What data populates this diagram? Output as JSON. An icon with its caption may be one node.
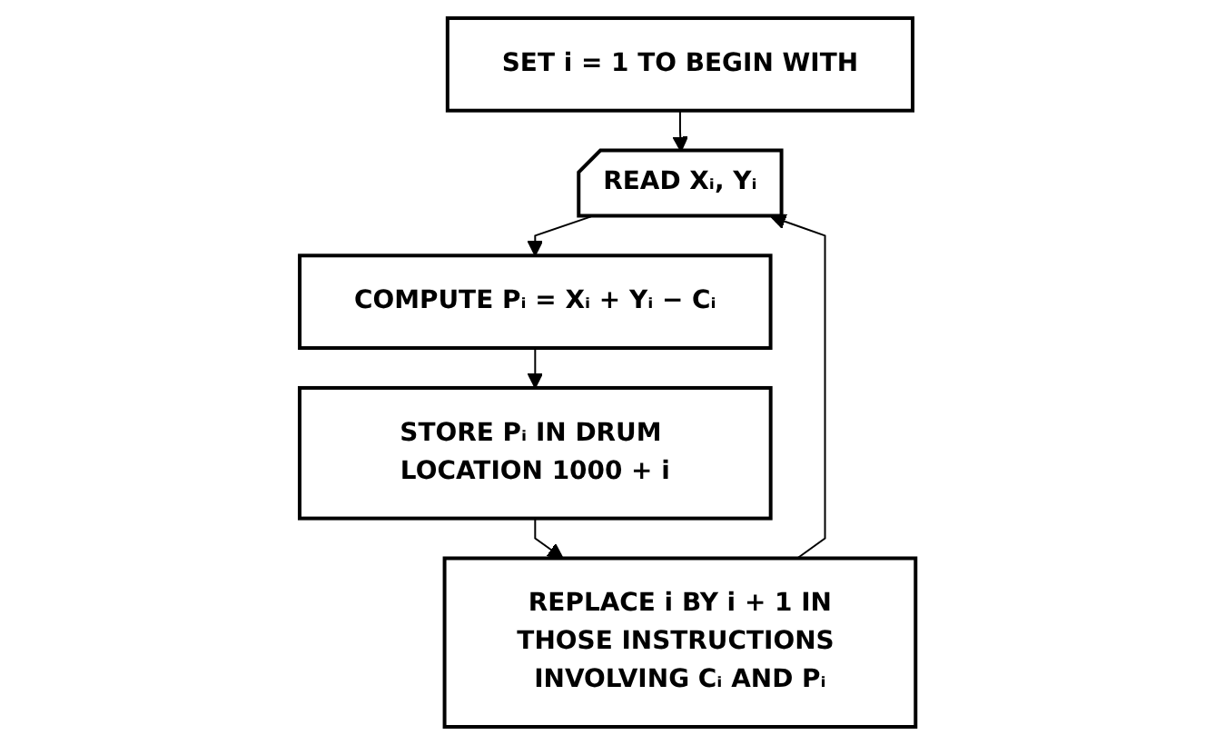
{
  "diagram": {
    "nodes": [
      {
        "text": [
          "SET i = 1 TO BEGIN WITH"
        ]
      },
      {
        "text": [
          "READ Xᵢ, Yᵢ"
        ]
      },
      {
        "text": [
          "COMPUTE Pᵢ = Xᵢ + Yᵢ − Cᵢ"
        ]
      },
      {
        "text": [
          "STORE Pᵢ IN DRUM LOCATION 1000 + i"
        ]
      },
      {
        "text": [
          "REPLACE i BY i + 1 IN THOSE INSTRUCTIONS INVOLVING Cᵢ AND Pᵢ"
        ]
      }
    ],
    "edges": [
      {
        "from": 0,
        "to": 1,
        "arrow": "to"
      },
      {
        "from": 1,
        "to": 2,
        "arrow": "to"
      },
      {
        "from": 2,
        "to": 3,
        "arrow": "to"
      },
      {
        "from": 3,
        "to": 4,
        "arrow": "to"
      },
      {
        "from": 4,
        "to": 1,
        "arrow": "to"
      }
    ]
  }
}
